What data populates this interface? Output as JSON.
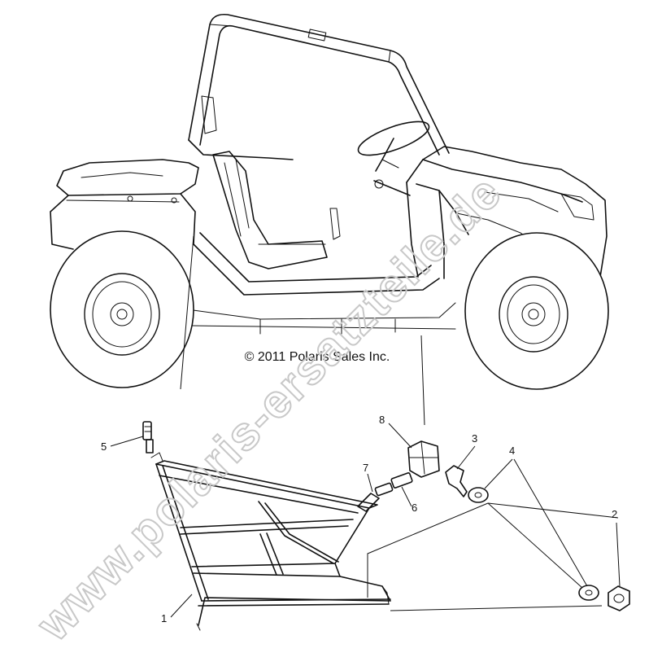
{
  "copyright": "© 2011 Polaris Sales Inc.",
  "watermark": "www.polaris-ersatzteile.de",
  "callouts": [
    {
      "id": "1",
      "label": "1"
    },
    {
      "id": "2",
      "label": "2"
    },
    {
      "id": "3",
      "label": "3"
    },
    {
      "id": "4",
      "label": "4"
    },
    {
      "id": "5",
      "label": "5"
    },
    {
      "id": "6",
      "label": "6"
    },
    {
      "id": "7",
      "label": "7"
    },
    {
      "id": "8",
      "label": "8"
    }
  ]
}
